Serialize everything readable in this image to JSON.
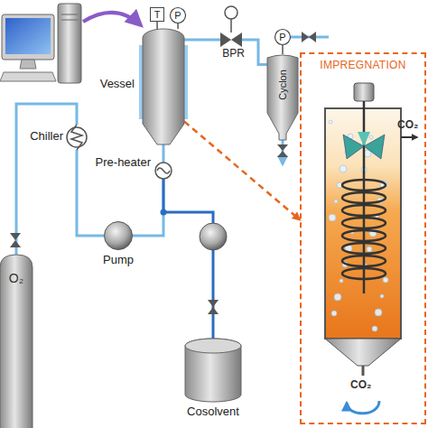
{
  "diagram": {
    "nodes": [
      {
        "text": [
          "T"
        ]
      },
      {
        "text": [
          "P"
        ]
      },
      {
        "text": [
          "Vessel"
        ]
      },
      {
        "text": [
          "BPR"
        ]
      },
      {
        "text": [
          "P"
        ]
      },
      {
        "text": [
          "Cyclon"
        ]
      },
      {
        "text": [
          "IMPREGNATION"
        ]
      },
      {
        "text": [
          "Chiller"
        ]
      },
      {
        "text": [
          "Pre-heater"
        ]
      },
      {
        "text": [
          "Pump"
        ]
      },
      {
        "text": [
          "O₂"
        ]
      },
      {
        "text": [
          "Cosolvent"
        ]
      }
    ],
    "edges": [
      {
        "from": 0,
        "to": 2,
        "arrow": "none"
      },
      {
        "from": 1,
        "to": 2,
        "arrow": "none"
      },
      {
        "from": 2,
        "to": 3,
        "arrow": "none"
      },
      {
        "from": 3,
        "to": 5,
        "arrow": "none"
      },
      {
        "from": 4,
        "to": 5,
        "arrow": "none"
      },
      {
        "from": 2,
        "to": 6,
        "arrow": "to"
      },
      {
        "from": 10,
        "to": 7,
        "arrow": "none"
      },
      {
        "from": 7,
        "to": 9,
        "arrow": "none"
      },
      {
        "from": 9,
        "to": 8,
        "arrow": "none"
      },
      {
        "from": 11,
        "to": 8,
        "arrow": "none"
      },
      {
        "from": 8,
        "to": 2,
        "arrow": "none"
      }
    ],
    "labels": [
      "CO₂",
      "CO₂"
    ]
  }
}
